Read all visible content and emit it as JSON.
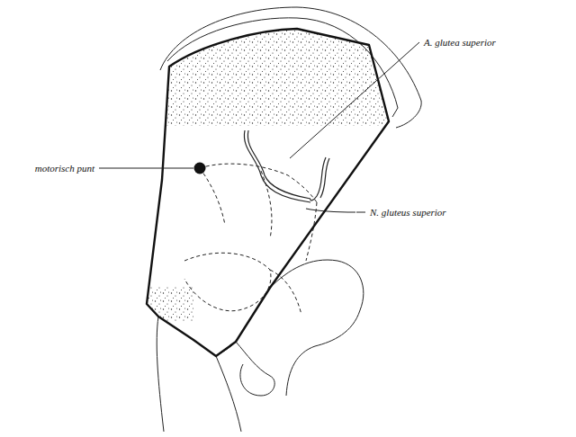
{
  "diagram": {
    "labels": [
      "motorisch punt",
      "A. glutea superior",
      "N. gluteus superior"
    ]
  }
}
